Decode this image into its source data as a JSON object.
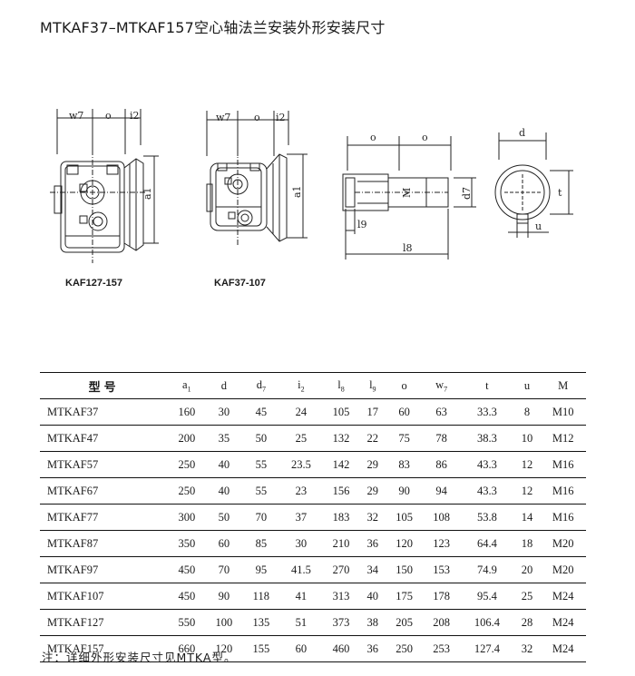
{
  "title": "MTKAF37–MTKAF157空心轴法兰安装外形安装尺寸",
  "drawings": {
    "view1": {
      "caption": "KAF127-157",
      "labels": {
        "w7": "w7",
        "o": "o",
        "i2": "i2",
        "a1": "a1"
      }
    },
    "view2": {
      "caption": "KAF37-107",
      "labels": {
        "w7": "w7",
        "o": "o",
        "i2": "i2",
        "a1": "a1"
      }
    },
    "shaft": {
      "labels": {
        "o1": "o",
        "o2": "o",
        "M": "M",
        "d7": "d7",
        "l9": "l9",
        "l8": "l8"
      }
    },
    "section": {
      "labels": {
        "d": "d",
        "t": "t",
        "u": "u"
      }
    }
  },
  "table": {
    "header_model": "型号",
    "columns": [
      {
        "main": "a",
        "sub": "1"
      },
      {
        "main": "d",
        "sub": ""
      },
      {
        "main": "d",
        "sub": "7"
      },
      {
        "main": "i",
        "sub": "2"
      },
      {
        "main": "l",
        "sub": "8"
      },
      {
        "main": "l",
        "sub": "9"
      },
      {
        "main": "o",
        "sub": ""
      },
      {
        "main": "w",
        "sub": "7"
      },
      {
        "main": "t",
        "sub": ""
      },
      {
        "main": "u",
        "sub": ""
      },
      {
        "main": "M",
        "sub": ""
      }
    ],
    "rows": [
      {
        "model": "MTKAF37",
        "values": [
          "160",
          "30",
          "45",
          "24",
          "105",
          "17",
          "60",
          "63",
          "33.3",
          "8",
          "M10"
        ]
      },
      {
        "model": "MTKAF47",
        "values": [
          "200",
          "35",
          "50",
          "25",
          "132",
          "22",
          "75",
          "78",
          "38.3",
          "10",
          "M12"
        ]
      },
      {
        "model": "MTKAF57",
        "values": [
          "250",
          "40",
          "55",
          "23.5",
          "142",
          "29",
          "83",
          "86",
          "43.3",
          "12",
          "M16"
        ]
      },
      {
        "model": "MTKAF67",
        "values": [
          "250",
          "40",
          "55",
          "23",
          "156",
          "29",
          "90",
          "94",
          "43.3",
          "12",
          "M16"
        ]
      },
      {
        "model": "MTKAF77",
        "values": [
          "300",
          "50",
          "70",
          "37",
          "183",
          "32",
          "105",
          "108",
          "53.8",
          "14",
          "M16"
        ]
      },
      {
        "model": "MTKAF87",
        "values": [
          "350",
          "60",
          "85",
          "30",
          "210",
          "36",
          "120",
          "123",
          "64.4",
          "18",
          "M20"
        ]
      },
      {
        "model": "MTKAF97",
        "values": [
          "450",
          "70",
          "95",
          "41.5",
          "270",
          "34",
          "150",
          "153",
          "74.9",
          "20",
          "M20"
        ]
      },
      {
        "model": "MTKAF107",
        "values": [
          "450",
          "90",
          "118",
          "41",
          "313",
          "40",
          "175",
          "178",
          "95.4",
          "25",
          "M24"
        ]
      },
      {
        "model": "MTKAF127",
        "values": [
          "550",
          "100",
          "135",
          "51",
          "373",
          "38",
          "205",
          "208",
          "106.4",
          "28",
          "M24"
        ]
      },
      {
        "model": "MTKAF157",
        "values": [
          "660",
          "120",
          "155",
          "60",
          "460",
          "36",
          "250",
          "253",
          "127.4",
          "32",
          "M24"
        ]
      }
    ]
  },
  "note": "注：详细外形安装尺寸见MTKA型。"
}
